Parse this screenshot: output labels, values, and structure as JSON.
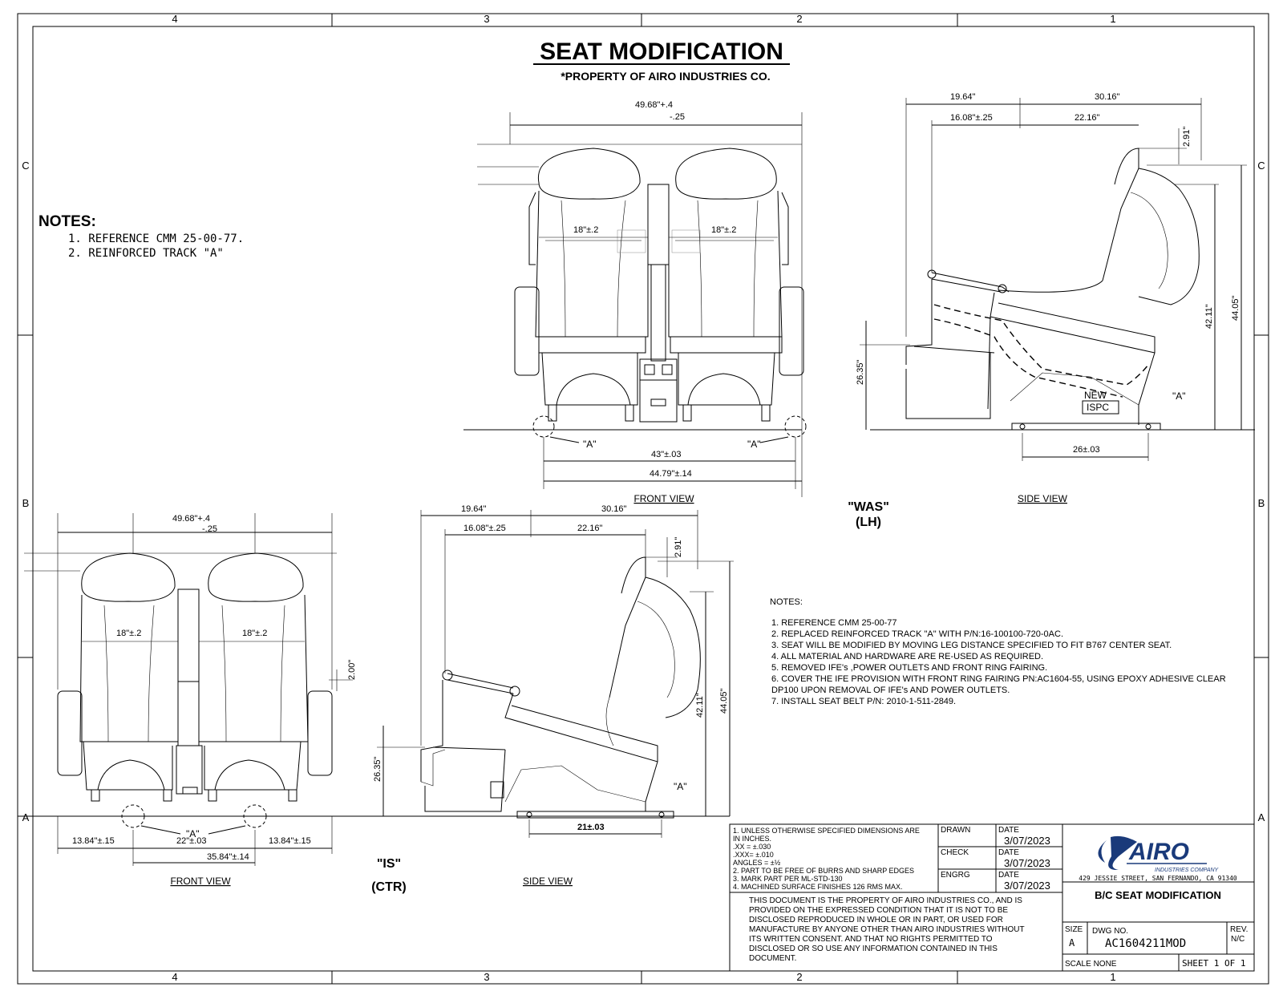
{
  "title": "SEAT MODIFICATION",
  "subtitle": "*PROPERTY OF AIRO INDUSTRIES CO.",
  "grid": {
    "columns": [
      "4",
      "3",
      "2",
      "1"
    ],
    "rows": [
      "C",
      "B",
      "A"
    ]
  },
  "notes_top": {
    "heading": "NOTES:",
    "items": [
      "1. REFERENCE CMM 25-00-77.",
      "2. REINFORCED TRACK \"A\""
    ]
  },
  "was_view": {
    "label_line1": "\"WAS\"",
    "label_line2": "(LH)",
    "front": {
      "caption": "FRONT VIEW",
      "dim_width_a": "49.68\"+.4",
      "dim_width_b": "-.25",
      "seat_width_left": "18\"±.2",
      "seat_width_right": "18\"±.2",
      "track_span": "43\"±.03",
      "overall": "44.79\"±.14",
      "track_label_left": "\"A\"",
      "track_label_right": "\"A\""
    },
    "side": {
      "caption": "SIDE VIEW",
      "dim_a": "19.64\"",
      "dim_b": "30.16\"",
      "dim_c": "16.08\"±.25",
      "dim_d": "22.16\"",
      "dim_top": "2.91\"",
      "dim_h1": "26.35\"",
      "dim_h2": "42.11\"",
      "dim_h3": "44.05\"",
      "track": "26±.03",
      "new_label": "NEW",
      "ispc_label": "ISPC",
      "track_label": "\"A\""
    }
  },
  "is_view": {
    "label_line1": "\"IS\"",
    "label_line2": "(CTR)",
    "front": {
      "caption": "FRONT VIEW",
      "dim_width_a": "49.68\"+.4",
      "dim_width_b": "-.25",
      "seat_width_left": "18\"±.2",
      "seat_width_right": "18\"±.2",
      "dim_side": "2.00\"",
      "track_left": "13.84\"±.15",
      "track_mid": "22\"±.03",
      "track_right": "13.84\"±.15",
      "overall": "35.84\"±.14",
      "track_label": "\"A\""
    },
    "side": {
      "caption": "SIDE VIEW",
      "dim_a": "19.64\"",
      "dim_b": "30.16\"",
      "dim_c": "16.08\"±.25",
      "dim_d": "22.16\"",
      "dim_top": "2.91\"",
      "dim_h1": "26.35\"",
      "dim_h2": "42.11\"",
      "dim_h3": "44.05\"",
      "track": "21±.03",
      "track_label": "\"A\""
    }
  },
  "notes_main": {
    "heading": "NOTES:",
    "items": [
      "1.  REFERENCE CMM 25-00-77",
      "2.  REPLACED REINFORCED TRACK \"A\" WITH P/N:16-100100-720-0AC.",
      "3.  SEAT WILL BE MODIFIED BY MOVING LEG DISTANCE SPECIFIED TO FIT B767 CENTER SEAT.",
      "4.  ALL MATERIAL AND HARDWARE ARE RE-USED AS REQUIRED.",
      "5.  REMOVED IFE's ,POWER OUTLETS AND FRONT RING FAIRING.",
      "6.  COVER THE IFE PROVISION WITH FRONT RING FAIRING PN:AC1604-55, USING EPOXY ADHESIVE  CLEAR",
      "     DP100 UPON REMOVAL OF IFE's AND POWER OUTLETS.",
      "7.  INSTALL SEAT BELT P/N: 2010-1-511-2849."
    ]
  },
  "title_block": {
    "spec_lines": [
      "1.  UNLESS OTHERWISE SPECIFIED DIMENSIONS ARE",
      "     IN INCHES.",
      "     .XX = ±.030",
      "     .XXX= ±.010",
      "     ANGLES = ±½",
      "2.  PART TO BE FREE OF BURRS AND SHARP EDGES",
      "3.  MARK PART PER ML-STD-130",
      "4.  MACHINED SURFACE FINISHES 126 RMS MAX."
    ],
    "drawn_label": "DRAWN",
    "check_label": "CHECK",
    "engrg_label": "ENGRG",
    "date_label": "DATE",
    "drawn_date": "3/07/2023",
    "check_date": "3/07/2023",
    "engrg_date": "3/07/2023",
    "property_lines": [
      "THIS DOCUMENT IS THE PROPERTY OF AIRO INDUSTRIES CO., AND IS",
      "PROVIDED ON THE EXPRESSED CONDITION THAT IT IS NOT TO BE",
      "DISCLOSED REPRODUCED IN WHOLE OR IN PART, OR USED FOR",
      "MANUFACTURE BY ANYONE OTHER THAN AIRO INDUSTRIES WITHOUT",
      "ITS WRITTEN CONSENT. AND THAT NO RIGHTS PERMITTED TO",
      "DISCLOSED OR SO USE ANY INFORMATION CONTAINED IN THIS",
      "DOCUMENT."
    ],
    "logo_text": "AIRO",
    "logo_sub": "INDUSTRIES COMPANY",
    "address": "429 JESSIE STREET, SAN FERNANDO, CA 91340",
    "drawing_title": "B/C SEAT MODIFICATION",
    "size_label": "SIZE",
    "size_value": "A",
    "dwg_label": "DWG NO.",
    "dwg_value": "AC1604211MOD",
    "rev_label": "REV.",
    "rev_value": "N/C",
    "scale_text": "SCALE NONE",
    "sheet_text": "SHEET 1  OF  1"
  }
}
